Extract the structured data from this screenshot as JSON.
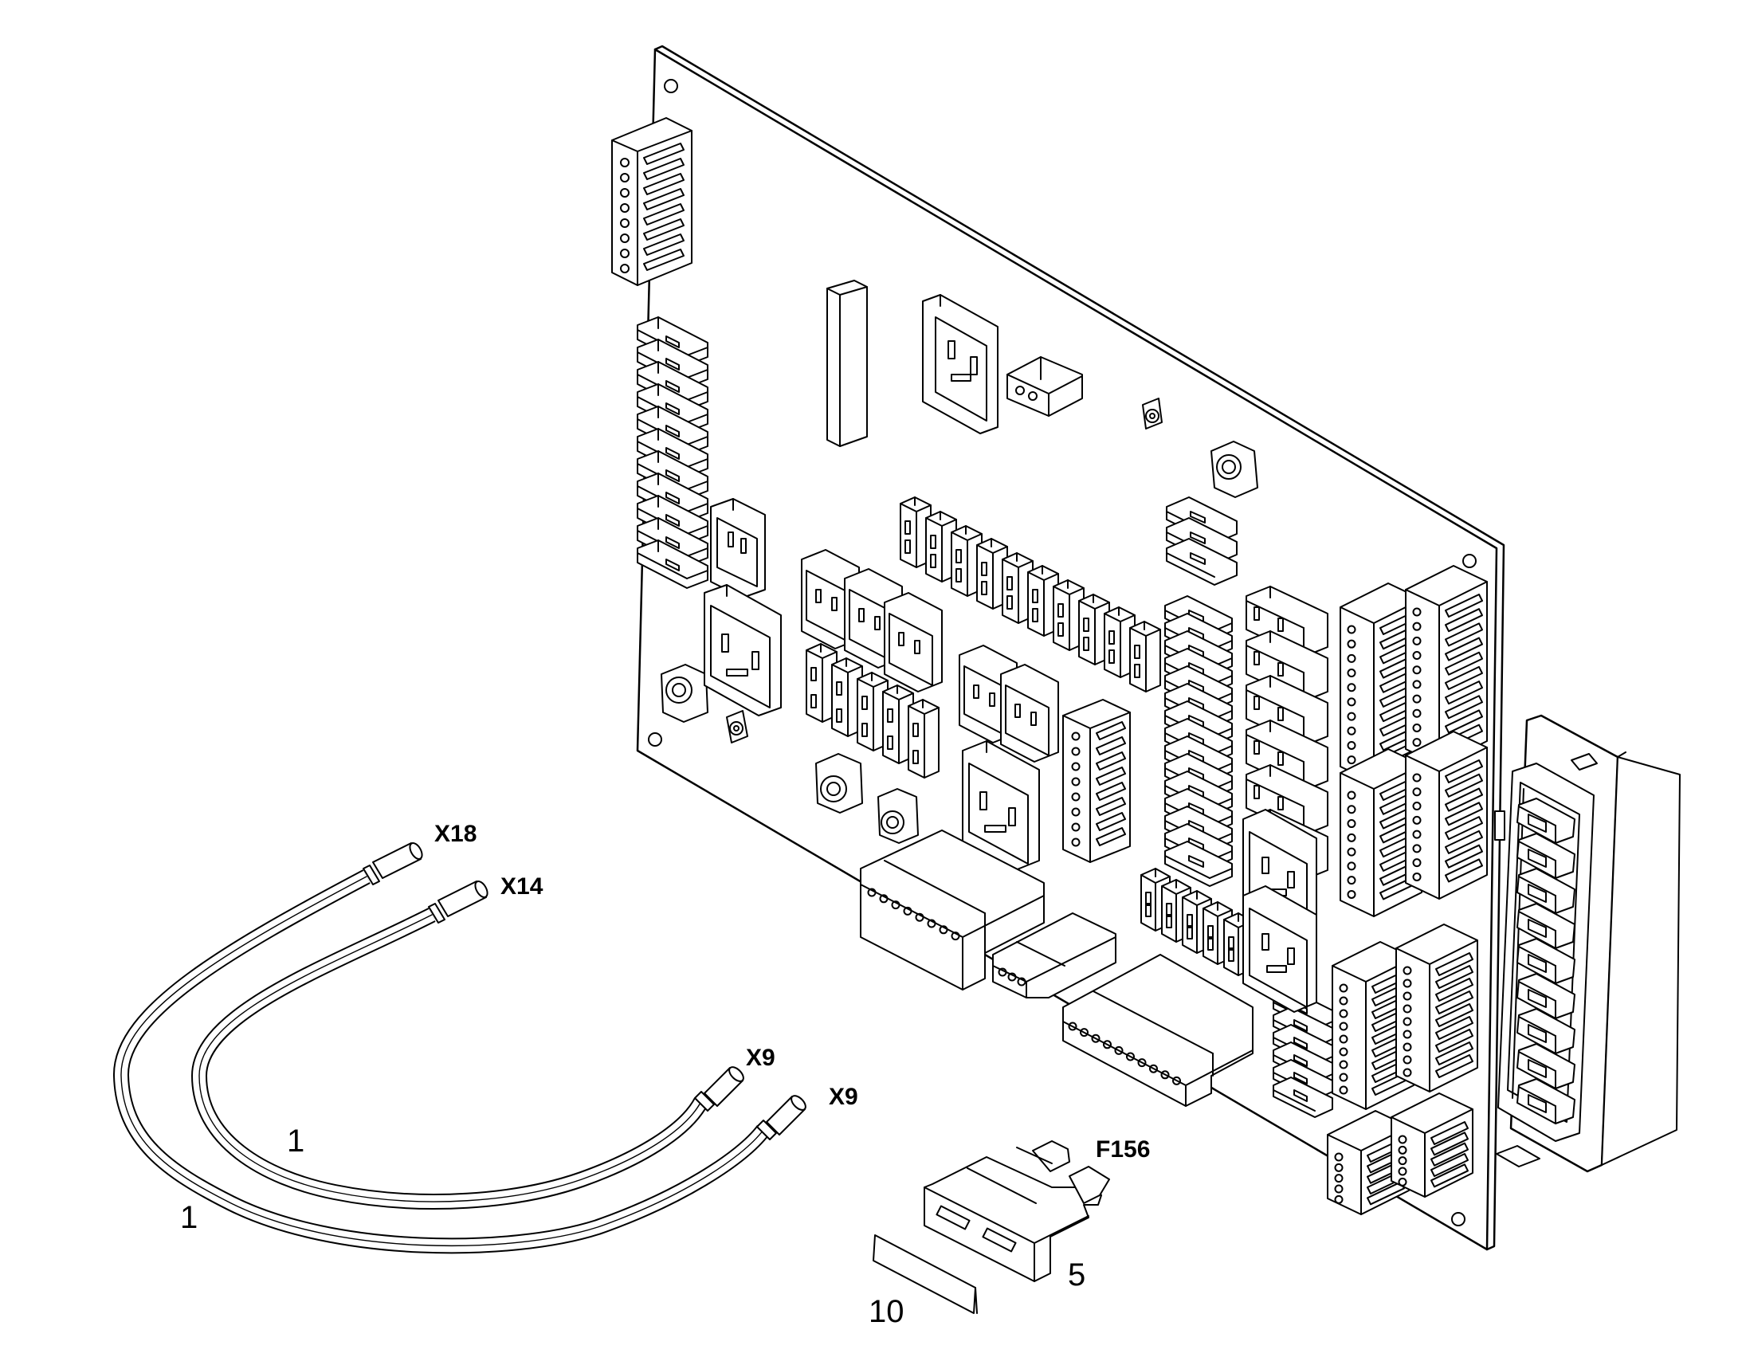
{
  "colors": {
    "line": "#000000",
    "background": "#ffffff"
  },
  "labels": {
    "x18": "X18",
    "x14": "X14",
    "x9_upper": "X9",
    "x9_lower": "X9",
    "f156": "F156",
    "item_1_inner": "1",
    "item_1_outer": "1",
    "item_5": "5",
    "item_10": "10"
  }
}
